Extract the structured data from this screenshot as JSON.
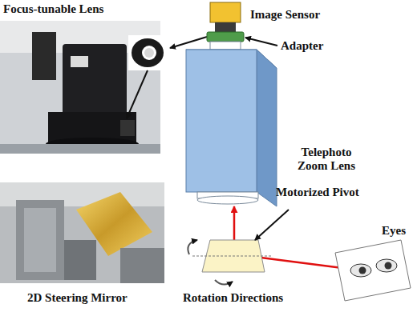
{
  "diagram": {
    "nodes": [
      {
        "text": [
          "Telephoto Zoom Lens"
        ]
      }
    ],
    "labels": [
      "Focus-tunable Lens",
      "Image Sensor",
      "Adapter",
      "Motorized Pivot",
      "2D Steering Mirror",
      "Rotation Directions",
      "Eyes"
    ]
  }
}
